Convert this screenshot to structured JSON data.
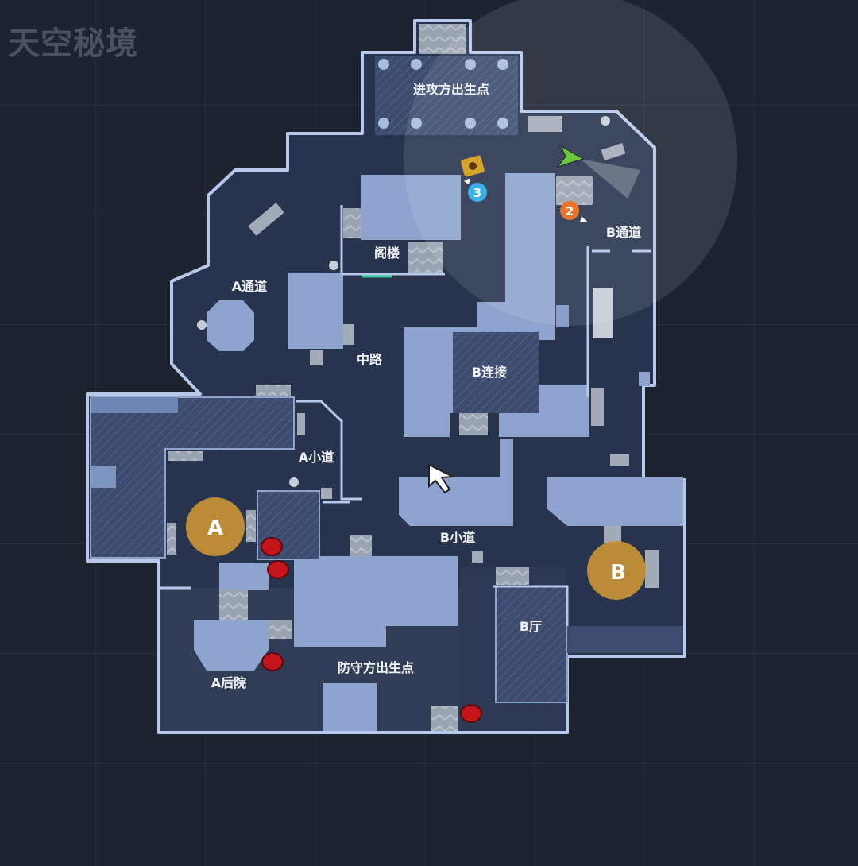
{
  "map": {
    "title": "天空秘境",
    "areas": {
      "attacker_spawn": "进攻方出生点",
      "attic": "阁楼",
      "b_passage": "B通道",
      "a_passage": "A通道",
      "mid": "中路",
      "b_link": "B连接",
      "a_alley": "A小道",
      "b_alley": "B小道",
      "b_hall": "B厅",
      "a_backyard": "A后院",
      "defender_spawn": "防守方出生点"
    },
    "sites": {
      "a": "A",
      "b": "B"
    },
    "markers": {
      "m2": "2",
      "m3": "3"
    }
  },
  "colors": {
    "background": "#1e2330",
    "floor": "#2a3652",
    "block": "#8ea4cf",
    "outline": "#b8c8ea",
    "site": "#c99236",
    "enemy": "#c4141c",
    "marker_orange": "#e8742a",
    "marker_blue": "#3bb0e6",
    "player_green": "#6cc63a"
  }
}
